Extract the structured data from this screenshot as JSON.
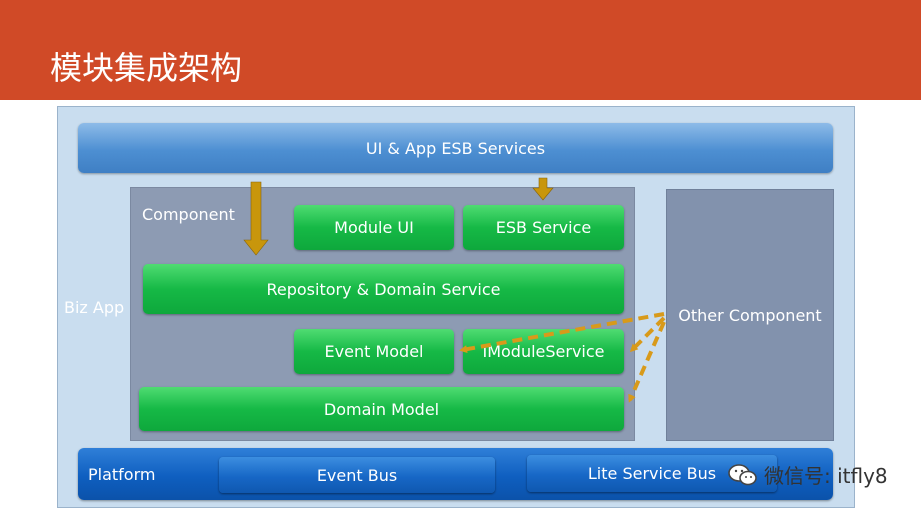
{
  "slide": {
    "title": "模块集成架构"
  },
  "diagram": {
    "ui_bar": "UI & App ESB Services",
    "biz_app": "Biz App",
    "component": "Component",
    "module_ui": "Module UI",
    "esb_service": "ESB Service",
    "repository": "Repository & Domain Service",
    "event_model": "Event Model",
    "imodule_service": "IModuleService",
    "domain_model": "Domain Model",
    "other_component": "Other Component",
    "platform": "Platform",
    "event_bus": "Event Bus",
    "lite_service_bus": "Lite Service Bus"
  },
  "watermark": {
    "text": "微信号: itfly8"
  },
  "colors": {
    "banner": "#d04a27",
    "green": "#16b946",
    "arrow_solid": "#c8960c",
    "arrow_dashed": "#d89a1a"
  }
}
